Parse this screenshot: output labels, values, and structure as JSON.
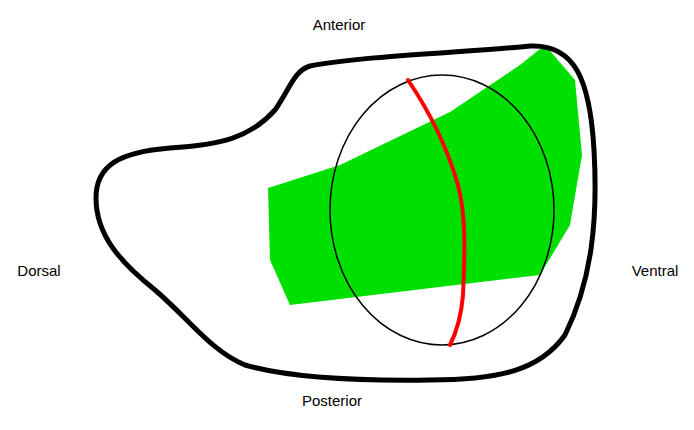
{
  "diagram": {
    "labels": [
      "Anterior",
      "Dorsal",
      "Ventral",
      "Posterior"
    ]
  }
}
